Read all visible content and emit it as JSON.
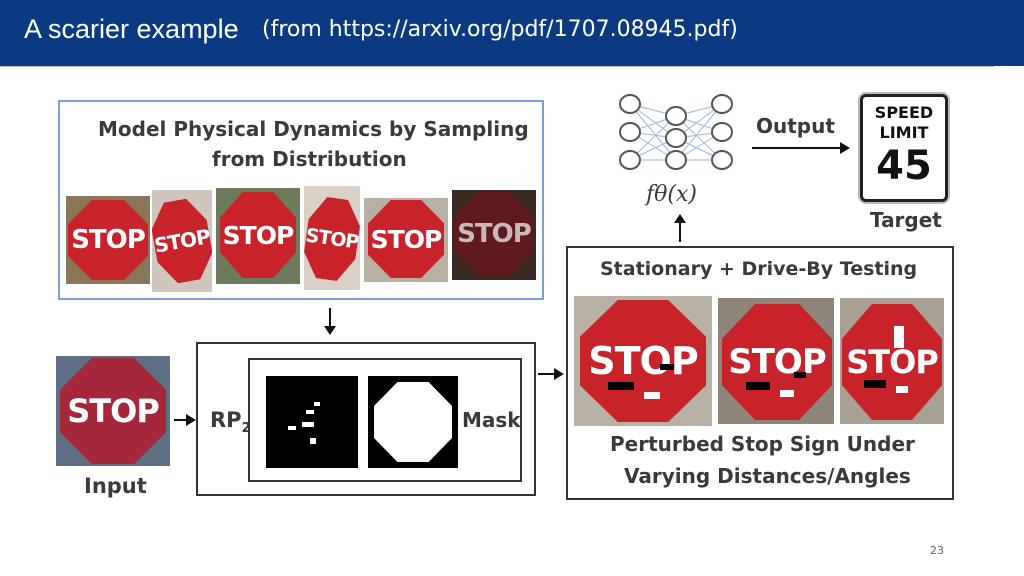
{
  "slide": {
    "title": "A scarier example",
    "source": "(from https://arxiv.org/pdf/1707.08945.pdf)",
    "page_number": "23"
  },
  "figure": {
    "sampling_title_line1": "Model Physical Dynamics by Sampling",
    "sampling_title_line2": "from Distribution",
    "stop_word": "STOP",
    "input_label": "Input",
    "rp2_label": "RP",
    "rp2_subscript": "2",
    "mask_label": "Mask",
    "testing_title": "Stationary + Drive-By Testing",
    "perturbed_line1": "Perturbed Stop Sign Under",
    "perturbed_line2": "Varying Distances/Angles",
    "classifier_label": "fθ(x)",
    "output_label": "Output",
    "target_label": "Target",
    "speed_line1": "SPEED",
    "speed_line2": "LIMIT",
    "speed_value": "45"
  },
  "colors": {
    "title_bar": "#0b3a83",
    "stop_red": "#c8222a",
    "sampling_border": "#7f9fd6"
  }
}
